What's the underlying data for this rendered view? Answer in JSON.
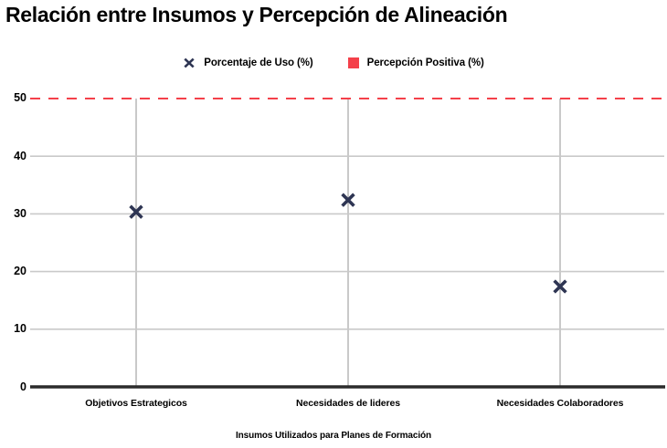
{
  "chart_data": {
    "type": "scatter",
    "title": "Relación entre Insumos y Percepción de Alineación",
    "xlabel": "Insumos Utilizados para Planes de Formación",
    "ylabel": "",
    "categories": [
      "Objetivos Estrategicos",
      "Necesidades de lideres",
      "Necesidades Colaboradores"
    ],
    "series": [
      {
        "name": "Porcentaje de Uso (%)",
        "marker": "x-marker",
        "color": "#2E3553",
        "values": [
          30.5,
          32.4,
          17.4
        ]
      },
      {
        "name": "Percepción Positiva (%)",
        "marker": "square-marker",
        "color": "#F4404A",
        "values": [
          null,
          null,
          null
        ]
      }
    ],
    "reference_line": {
      "name": "reference-line-50",
      "value": 50,
      "color": "#F4404A",
      "style": "dashed"
    },
    "ylim": [
      0,
      50
    ],
    "yticks": [
      0,
      10,
      20,
      30,
      40,
      50
    ],
    "ytick_labels": [
      "0",
      "10",
      "20",
      "30",
      "40",
      "50"
    ],
    "grid": true,
    "legend_position": "top-center"
  },
  "legend": {
    "items": [
      {
        "label": "Porcentaje de Uso (%)",
        "icon": "x-marker-icon",
        "color": "#2E3553"
      },
      {
        "label": "Percepción Positiva (%)",
        "icon": "square-marker-icon",
        "color": "#F4404A"
      }
    ]
  },
  "colors": {
    "marker_navy": "#2E3553",
    "accent_red": "#F4404A",
    "gridline": "#C9C9C9",
    "axis_line": "#2B2B2B",
    "background": "#FFFFFF"
  }
}
